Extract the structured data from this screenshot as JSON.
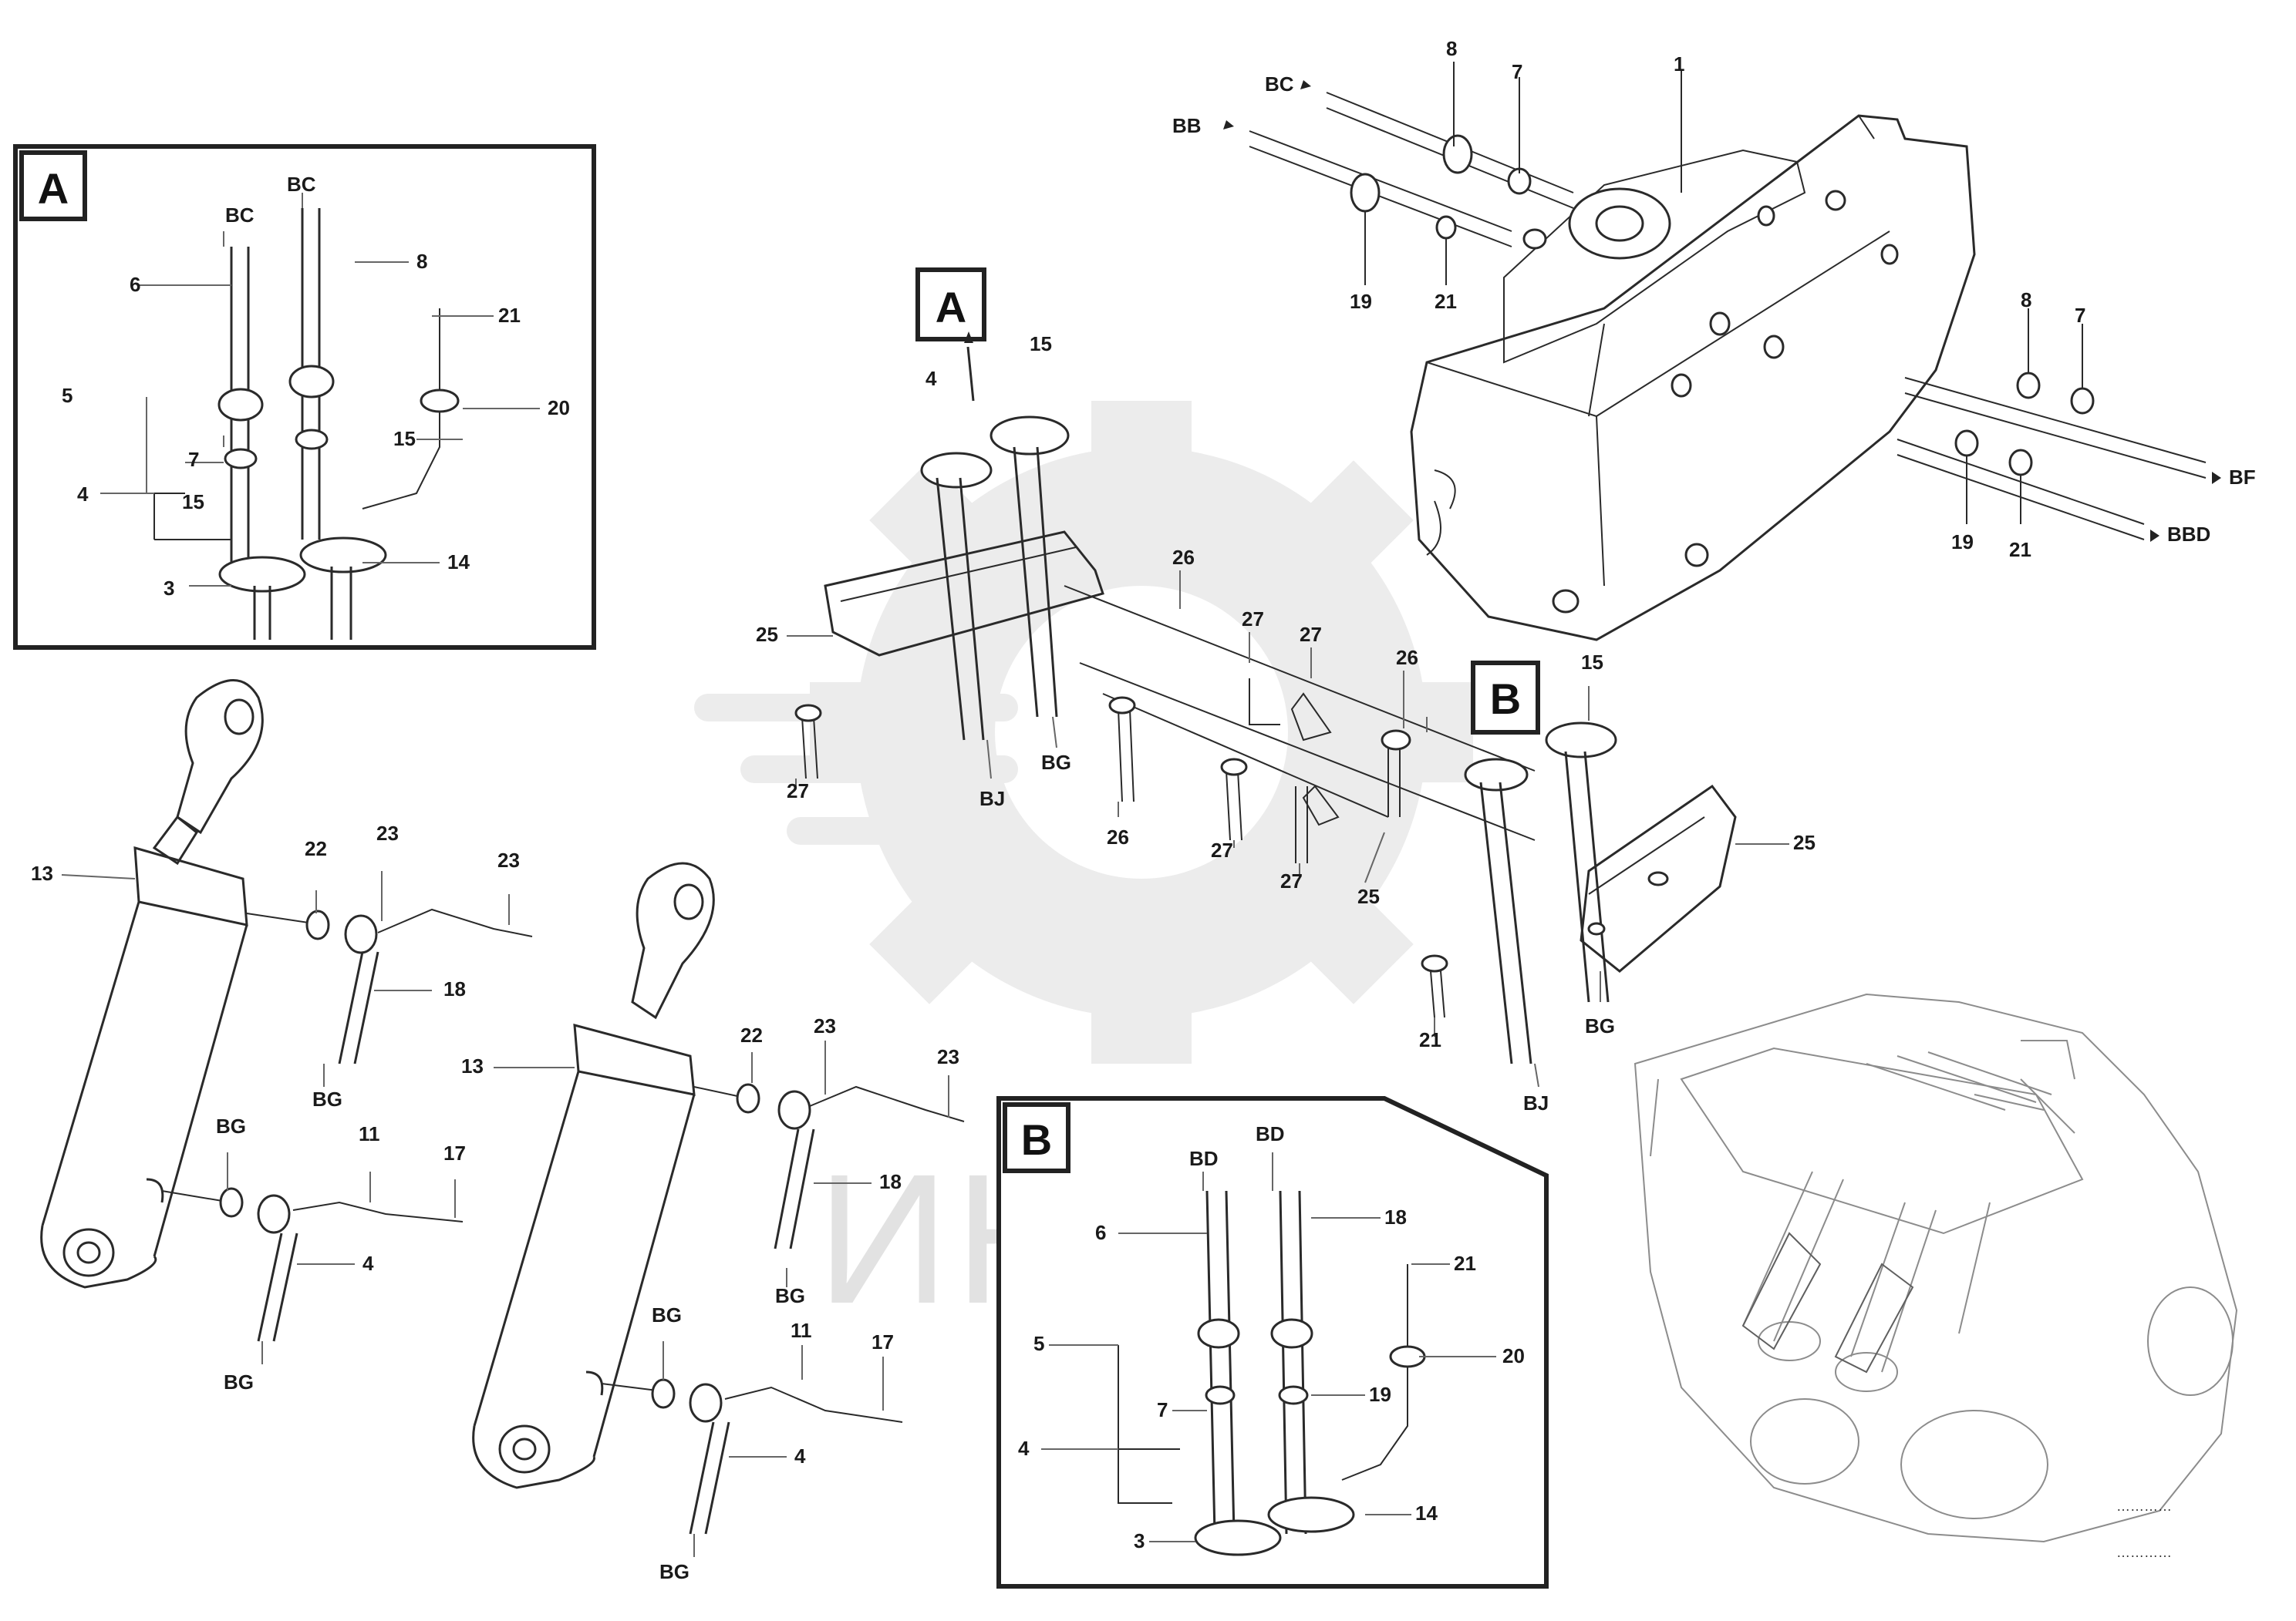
{
  "watermark": {
    "text": "ИНТЕХ",
    "icon": "gear-logo-icon"
  },
  "insets": {
    "a": {
      "letter": "A"
    },
    "b": {
      "letter": "B"
    }
  },
  "main_callouts": {
    "a": "A",
    "b": "B"
  },
  "footer": {
    "code_line1": "…………",
    "code_line2": "…………"
  }
}
